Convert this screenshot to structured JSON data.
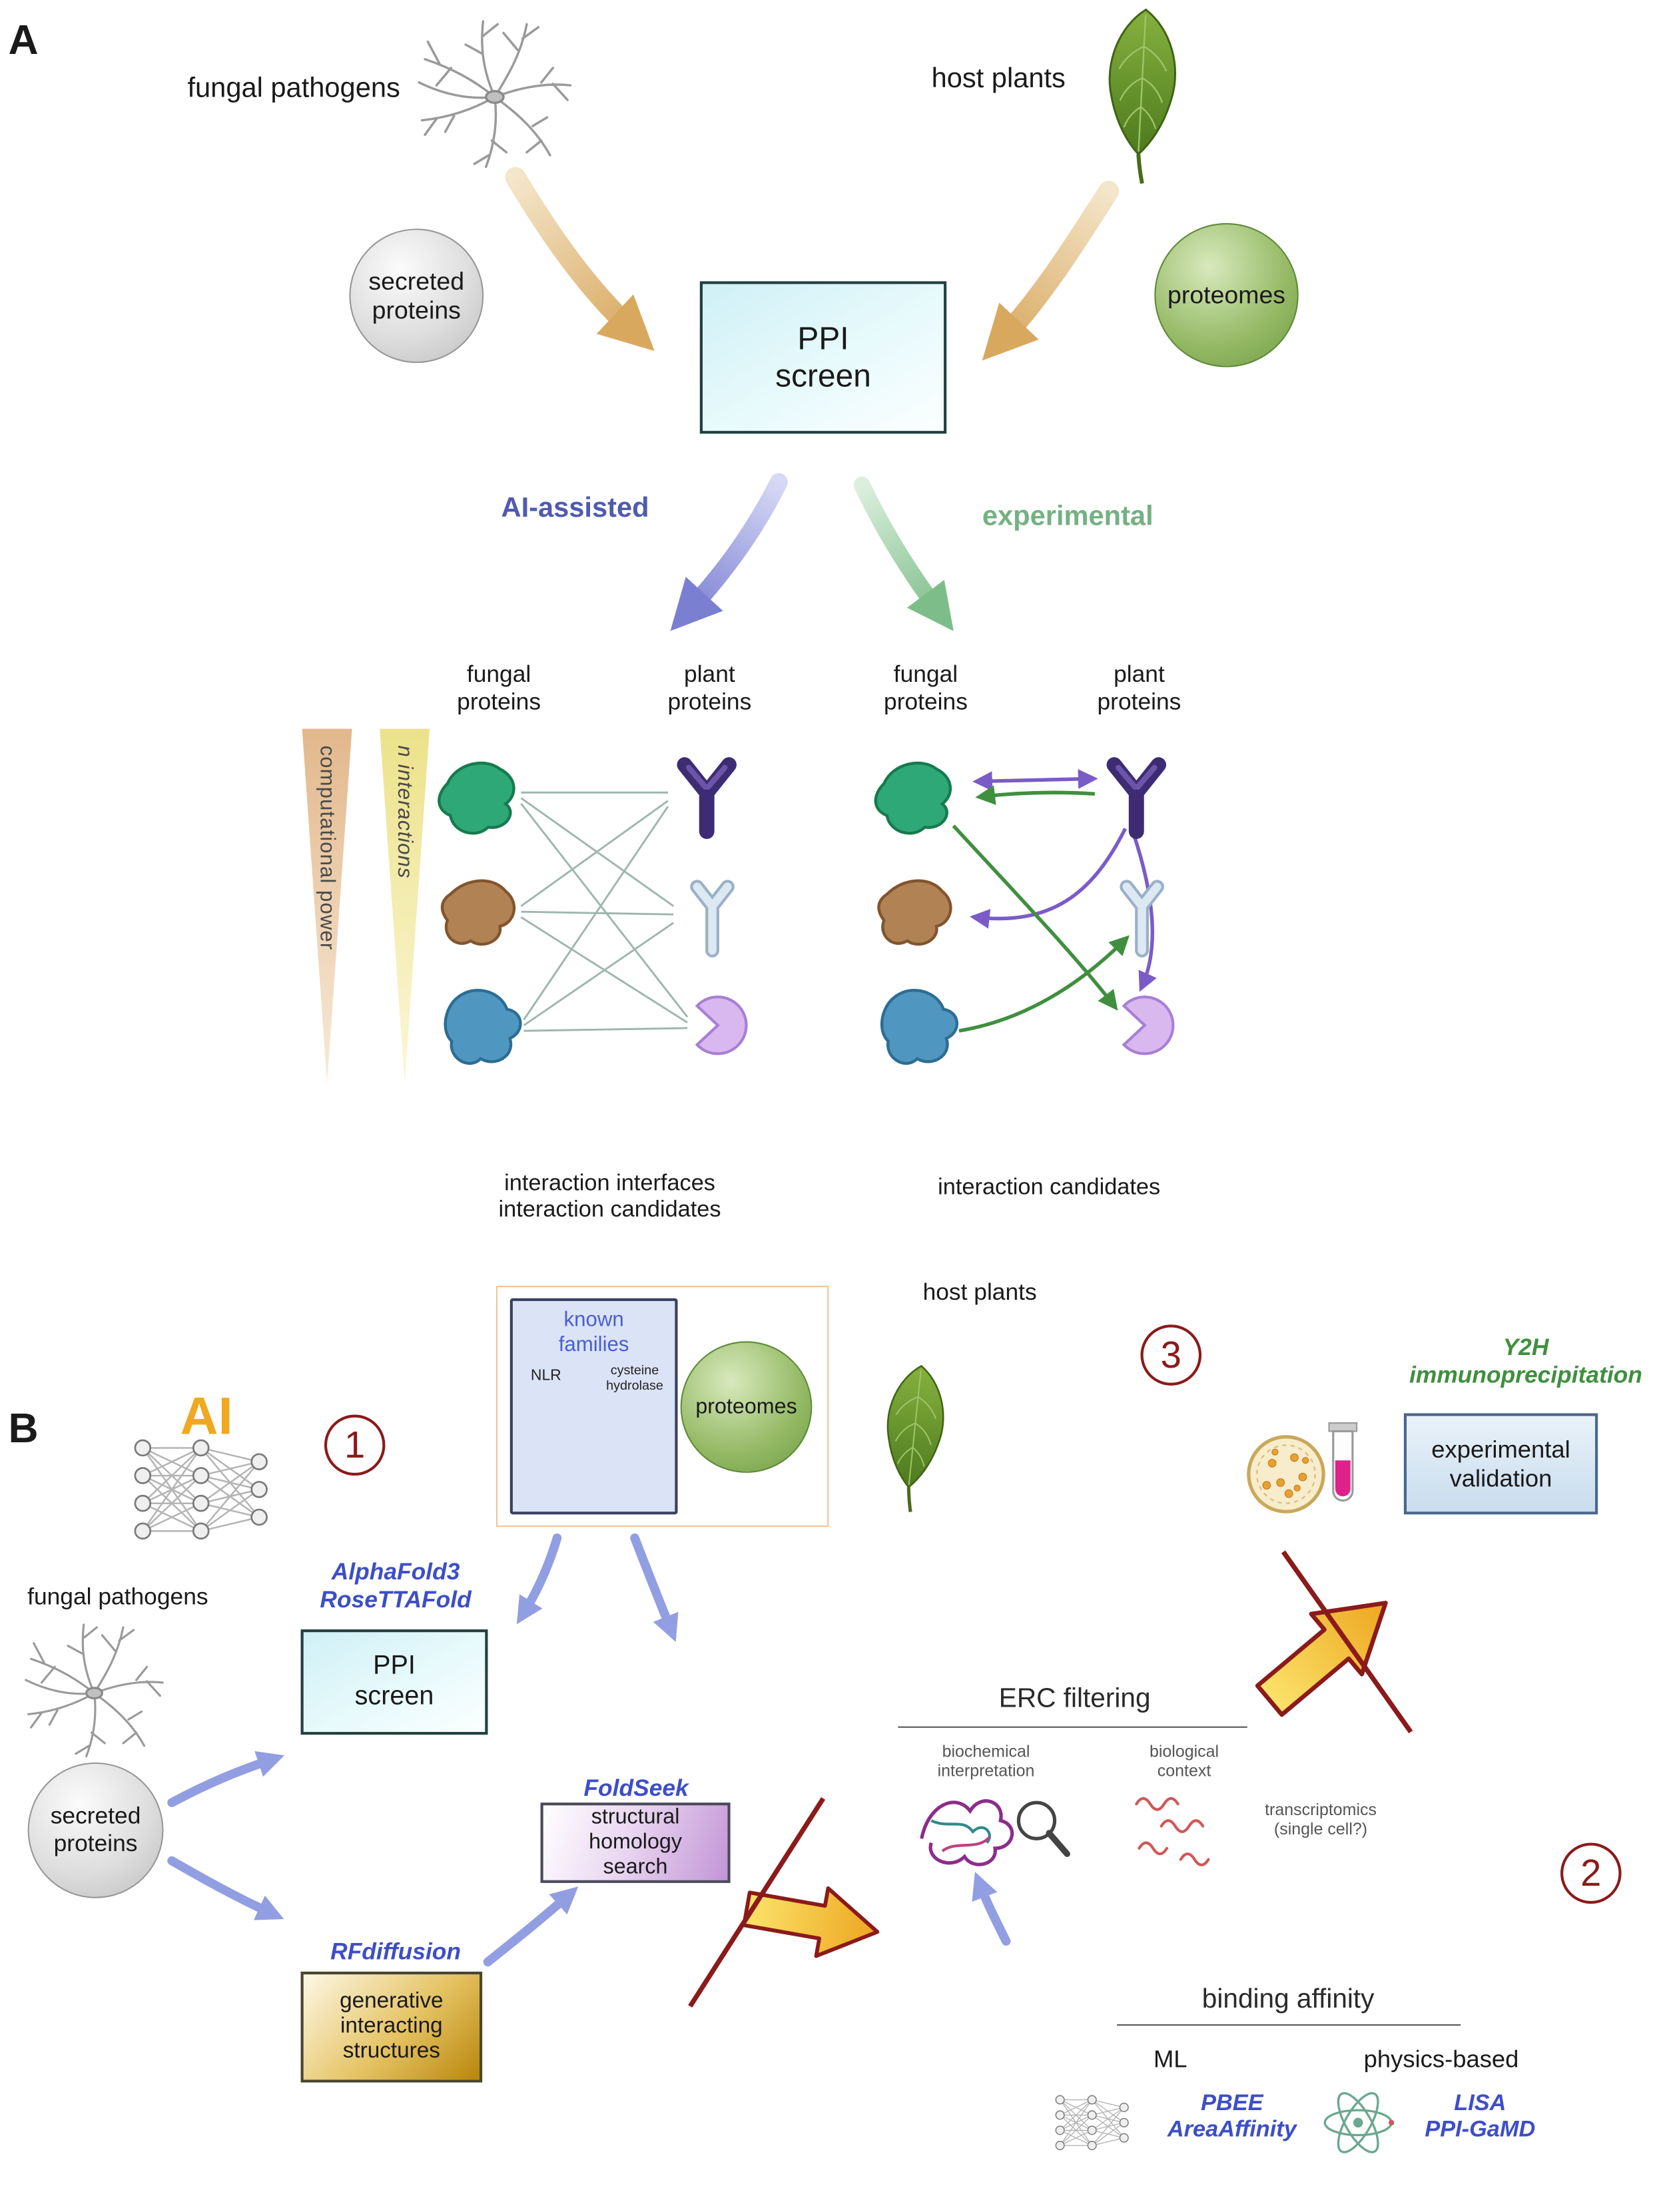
{
  "colors": {
    "accent_blue": "#3d4ec7",
    "accent_green": "#3f8f3f",
    "dark_red": "#8b1a1a",
    "gold": "#f2b520",
    "tan_arrow": "#d9a85f"
  },
  "panel_a": {
    "label": "A",
    "fungal_pathogens": "fungal pathogens",
    "host_plants": "host plants",
    "secreted_proteins": "secreted\nproteins",
    "proteomes": "proteomes",
    "ppi_screen": "PPI\nscreen",
    "ai_assisted": "AI-assisted",
    "experimental": "experimental",
    "left": {
      "fungal_header": "fungal\nproteins",
      "plant_header": "plant\nproteins",
      "caption": "interaction interfaces\ninteraction candidates"
    },
    "right": {
      "fungal_header": "fungal\nproteins",
      "plant_header": "plant\nproteins",
      "caption": "interaction candidates"
    },
    "computational_power": "computational power",
    "n_interactions": "n interactions"
  },
  "panel_b": {
    "label": "B",
    "ai": "AI",
    "steps": {
      "one": "1",
      "two": "2",
      "three": "3"
    },
    "known_families": {
      "title": "known\nfamilies",
      "nlr": "NLR",
      "cysteine_hydrolase": "cysteine\nhydrolase",
      "proteomes": "proteomes"
    },
    "host_plants": "host plants",
    "validation_tools": "Y2H\nimmunoprecipitation",
    "experimental_validation": "experimental\nvalidation",
    "fungal_pathogens": "fungal pathogens",
    "secreted_proteins": "secreted\nproteins",
    "structure_tools": "AlphaFold3\nRoseTTAFold",
    "ppi_screen": "PPI\nscreen",
    "foldseek": "FoldSeek",
    "structural_homology": "structural\nhomology\nsearch",
    "rfdiffusion": "RFdiffusion",
    "generative": "generative\ninteracting\nstructures",
    "erc_filtering": "ERC filtering",
    "biochemical": "biochemical\ninterpretation",
    "biological": "biological\ncontext",
    "transcriptomics": "transcriptomics\n(single cell?)",
    "binding_affinity": "binding affinity",
    "ml": "ML",
    "physics_based": "physics-based",
    "ml_tools": "PBEE\nAreaAffinity",
    "physics_tools": "LISA\nPPI-GaMD"
  }
}
